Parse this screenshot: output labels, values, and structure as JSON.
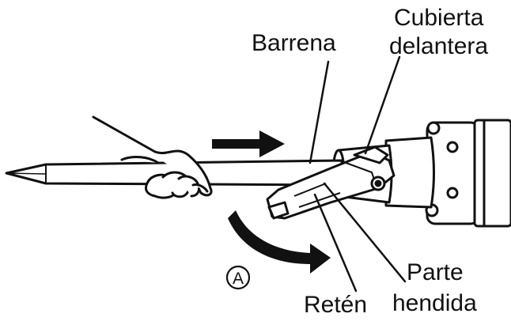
{
  "labels": {
    "bit": "Barrena",
    "front_cover_line1": "Cubierta",
    "front_cover_line2": "delantera",
    "retainer": "Retén",
    "notched_part_line1": "Parte",
    "notched_part_line2": "hendida",
    "view_marker": "A"
  },
  "colors": {
    "ink": "#111111",
    "paper": "#ffffff"
  },
  "icons": {
    "push_arrow": "arrow-right-icon",
    "rotate_arrow": "curved-arrow-icon"
  }
}
